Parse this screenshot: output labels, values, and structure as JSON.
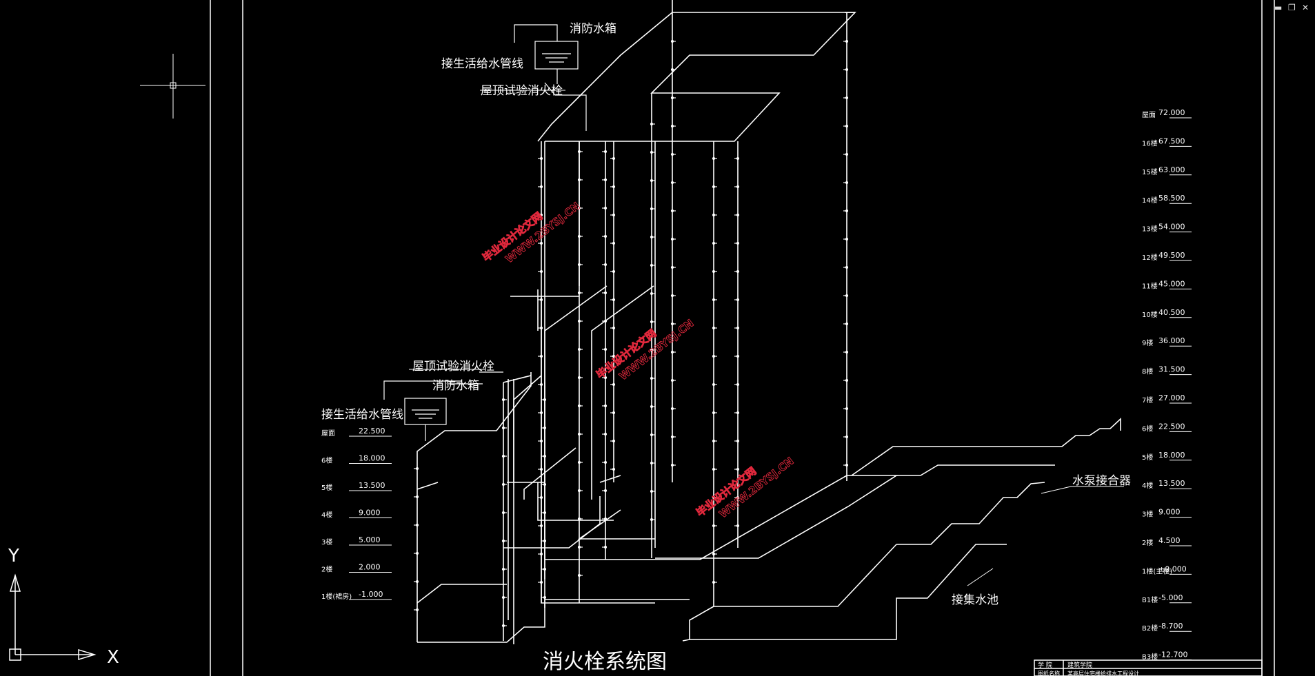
{
  "window_controls": {
    "minimize": "▬",
    "restore": "❐",
    "close": "✕"
  },
  "ucs": {
    "y_label": "Y",
    "x_label": "X"
  },
  "labels": {
    "tank_top": "消防水箱",
    "supply_top": "接生活给水管线",
    "roof_hydrant_top": "屋顶试验消火栓",
    "roof_hydrant_left": "屋顶试验消火栓",
    "tank_left": "消防水箱",
    "supply_left": "接生活给水管线",
    "pump_adapter": "水泵接合器",
    "pool": "接集水池",
    "drawing_title": "消火栓系统图"
  },
  "watermark": {
    "line1": "毕业设计论文网",
    "line2": "WWW.2BYSJ.CN"
  },
  "levels_right": [
    {
      "floor": "屋面",
      "elev": "72.000"
    },
    {
      "floor": "16楼",
      "elev": "67.500"
    },
    {
      "floor": "15楼",
      "elev": "63.000"
    },
    {
      "floor": "14楼",
      "elev": "58.500"
    },
    {
      "floor": "13楼",
      "elev": "54.000"
    },
    {
      "floor": "12楼",
      "elev": "49.500"
    },
    {
      "floor": "11楼",
      "elev": "45.000"
    },
    {
      "floor": "10楼",
      "elev": "40.500"
    },
    {
      "floor": "9楼",
      "elev": "36.000"
    },
    {
      "floor": "8楼",
      "elev": "31.500"
    },
    {
      "floor": "7楼",
      "elev": "27.000"
    },
    {
      "floor": "6楼",
      "elev": "22.500"
    },
    {
      "floor": "5楼",
      "elev": "18.000"
    },
    {
      "floor": "4楼",
      "elev": "13.500"
    },
    {
      "floor": "3楼",
      "elev": "9.000"
    },
    {
      "floor": "2楼",
      "elev": "4.500"
    },
    {
      "floor": "1楼(主楼)",
      "elev": "±0.000"
    },
    {
      "floor": "B1楼",
      "elev": "-5.000"
    },
    {
      "floor": "B2楼",
      "elev": "-8.700"
    },
    {
      "floor": "B3楼",
      "elev": "-12.700"
    }
  ],
  "levels_left": [
    {
      "floor": "屋面",
      "elev": "22.500"
    },
    {
      "floor": "6楼",
      "elev": "18.000"
    },
    {
      "floor": "5楼",
      "elev": "13.500"
    },
    {
      "floor": "4楼",
      "elev": "9.000"
    },
    {
      "floor": "3楼",
      "elev": "5.000"
    },
    {
      "floor": "2楼",
      "elev": "2.000"
    },
    {
      "floor": "1楼(裙房)",
      "elev": "-1.000"
    }
  ],
  "title_block": {
    "row1_a": "学 院",
    "row1_b": "建筑学院",
    "row2_a": "图纸名称",
    "row2_b": "某高层住宅楼给排水工程设计"
  },
  "colors": {
    "background": "#000000",
    "lines": "#ffffff",
    "watermark": "#e0283c"
  }
}
